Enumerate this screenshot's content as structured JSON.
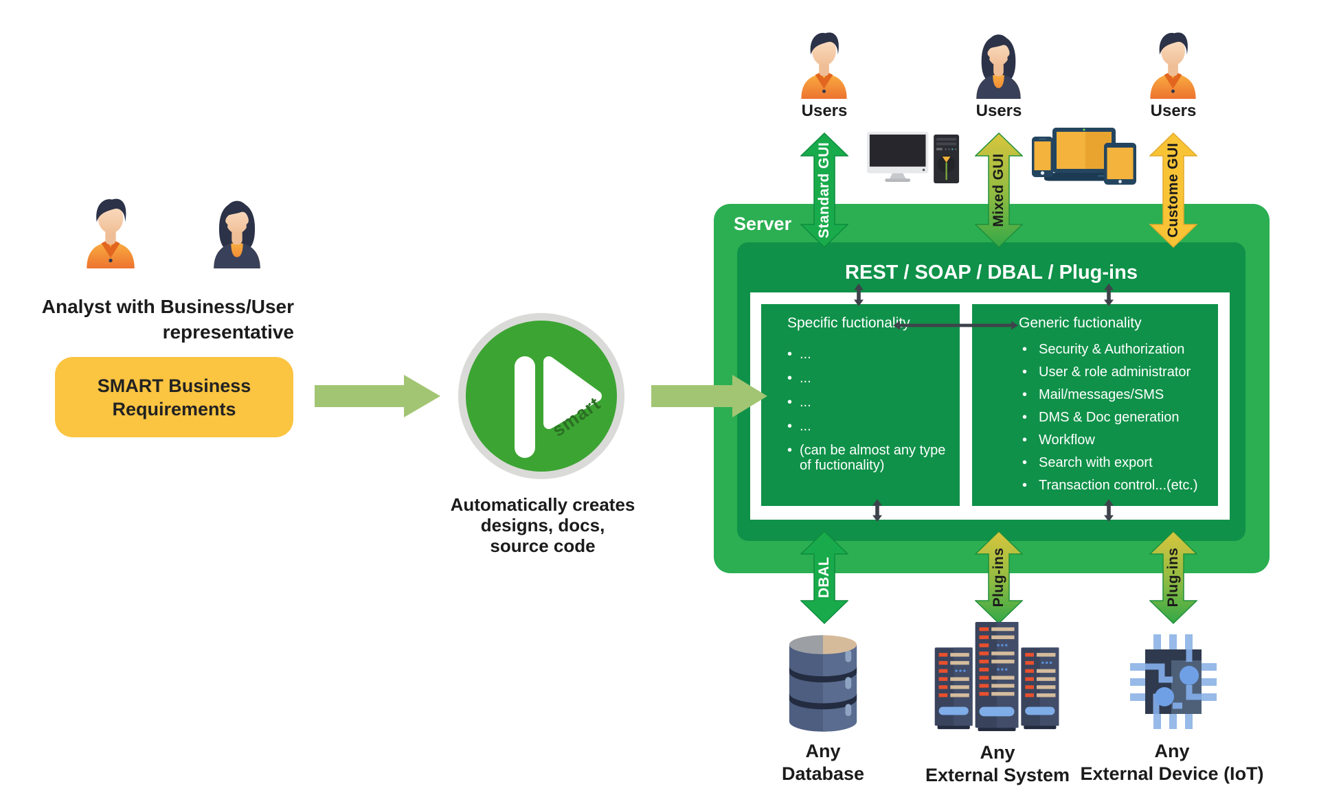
{
  "left_panel": {
    "avatars_label_line1": "Analyst with Business/User",
    "avatars_label_line2": "representative",
    "requirements_box_label": "SMART Business Requirements"
  },
  "process": {
    "logo_text": "smart",
    "caption_lines": [
      "Automatically creates",
      "designs, docs,",
      "source code"
    ]
  },
  "users_label": "Users",
  "gui_arrows": {
    "standard": "Standard GUI",
    "mixed": "Mixed GUI",
    "custom": "Custome GUI"
  },
  "server": {
    "title": "Server",
    "api_bar": "REST / SOAP / DBAL / Plug-ins",
    "specific": {
      "title": "Specific fuctionality",
      "items": [
        "...",
        "...",
        "...",
        "...",
        "(can be almost any type of fuctionality)"
      ]
    },
    "generic": {
      "title": "Generic fuctionality",
      "items": [
        "Security & Authorization",
        "User & role administrator",
        "Mail/messages/SMS",
        "DMS & Doc generation",
        "Workflow",
        "Search with export",
        "Transaction control...(etc.)"
      ]
    }
  },
  "integration_arrows": {
    "dbal": "DBAL",
    "plugins_left": "Plug-ins",
    "plugins_right": "Plug-ins"
  },
  "external_systems": {
    "database": {
      "line1": "Any",
      "line2": "Database"
    },
    "system": {
      "line1": "Any",
      "line2": "External System"
    },
    "device": {
      "line1": "Any",
      "line2": "External Device (IoT)"
    }
  },
  "colors": {
    "server_green": "#2BAF52",
    "inner_green": "#0F9149",
    "solid_arrow_green": "#19AB4B",
    "custom_arrow_yellow": "#F8C436",
    "gradient_arrow_top": "#D9C53E",
    "gradient_arrow_bottom": "#33A847",
    "flow_arrow_green": "#A2C573",
    "requirements_yellow": "#FBC441",
    "logo_green": "#3CA433",
    "dark_connector": "#3E434B"
  }
}
